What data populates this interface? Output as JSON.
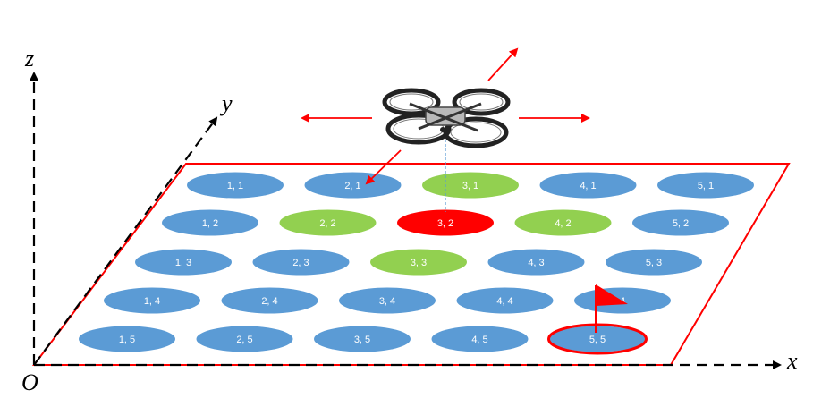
{
  "axes": {
    "x": "x",
    "y": "y",
    "z": "z",
    "origin": "O"
  },
  "grid": {
    "columns": 5,
    "rows": 5,
    "cells": [
      {
        "label": "1, 1",
        "col": 1,
        "row": 1,
        "state": "blue"
      },
      {
        "label": "2, 1",
        "col": 2,
        "row": 1,
        "state": "blue"
      },
      {
        "label": "3, 1",
        "col": 3,
        "row": 1,
        "state": "green"
      },
      {
        "label": "4, 1",
        "col": 4,
        "row": 1,
        "state": "blue"
      },
      {
        "label": "5, 1",
        "col": 5,
        "row": 1,
        "state": "blue"
      },
      {
        "label": "1, 2",
        "col": 1,
        "row": 2,
        "state": "blue"
      },
      {
        "label": "2, 2",
        "col": 2,
        "row": 2,
        "state": "green"
      },
      {
        "label": "3, 2",
        "col": 3,
        "row": 2,
        "state": "red"
      },
      {
        "label": "4, 2",
        "col": 4,
        "row": 2,
        "state": "green"
      },
      {
        "label": "5, 2",
        "col": 5,
        "row": 2,
        "state": "blue"
      },
      {
        "label": "1, 3",
        "col": 1,
        "row": 3,
        "state": "blue"
      },
      {
        "label": "2, 3",
        "col": 2,
        "row": 3,
        "state": "blue"
      },
      {
        "label": "3, 3",
        "col": 3,
        "row": 3,
        "state": "green"
      },
      {
        "label": "4, 3",
        "col": 4,
        "row": 3,
        "state": "blue"
      },
      {
        "label": "5, 3",
        "col": 5,
        "row": 3,
        "state": "blue"
      },
      {
        "label": "1, 4",
        "col": 1,
        "row": 4,
        "state": "blue"
      },
      {
        "label": "2, 4",
        "col": 2,
        "row": 4,
        "state": "blue"
      },
      {
        "label": "3, 4",
        "col": 3,
        "row": 4,
        "state": "blue"
      },
      {
        "label": "4, 4",
        "col": 4,
        "row": 4,
        "state": "blue"
      },
      {
        "label": "4",
        "col": 5,
        "row": 4,
        "state": "blue"
      },
      {
        "label": "1, 5",
        "col": 1,
        "row": 5,
        "state": "blue"
      },
      {
        "label": "2, 5",
        "col": 2,
        "row": 5,
        "state": "blue"
      },
      {
        "label": "3, 5",
        "col": 3,
        "row": 5,
        "state": "blue"
      },
      {
        "label": "4, 5",
        "col": 4,
        "row": 5,
        "state": "blue"
      },
      {
        "label": "5, 5",
        "col": 5,
        "row": 5,
        "state": "goal"
      }
    ]
  },
  "drone": {
    "col": 3,
    "row": 2
  },
  "flag": {
    "col": 5,
    "row": 4
  },
  "colors": {
    "blue": "#5b9bd5",
    "green": "#92d050",
    "red": "#ff0000",
    "border": "#ff0000",
    "arrow": "#ff0000",
    "axis": "#000000",
    "drone_line": "#5b9bd5"
  }
}
